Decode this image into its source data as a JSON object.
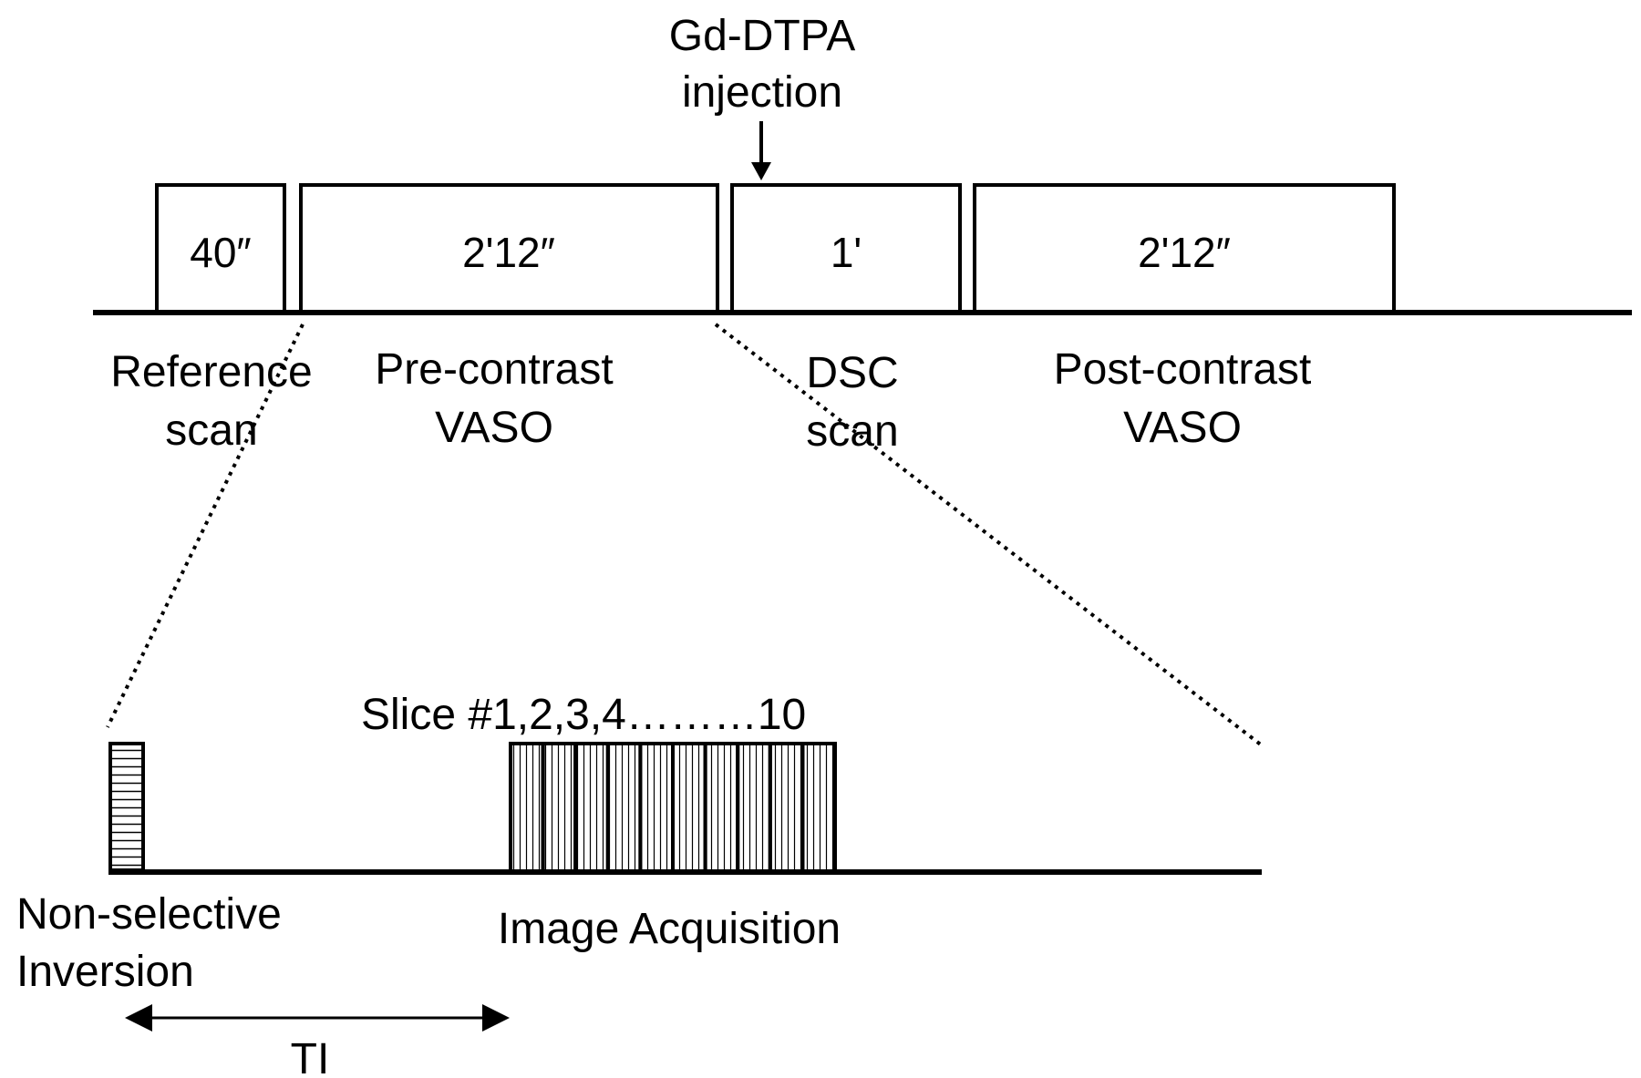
{
  "injection": {
    "line1": "Gd-DTPA",
    "line2": "injection"
  },
  "timeline": {
    "segments": [
      {
        "duration": "40″",
        "label_line1": "Reference",
        "label_line2": "scan"
      },
      {
        "duration": "2'12″",
        "label_line1": "Pre-contrast",
        "label_line2": "VASO"
      },
      {
        "duration": "1'",
        "label_line1": "DSC",
        "label_line2": "scan"
      },
      {
        "duration": "2'12″",
        "label_line1": "Post-contrast",
        "label_line2": "VASO"
      }
    ]
  },
  "sequence": {
    "slice_label": "Slice #1,2,3,4………10",
    "slice_count": 10,
    "inversion_label_line1": "Non-selective",
    "inversion_label_line2": "Inversion",
    "acquisition_label": "Image Acquisition",
    "ti_label": "TI"
  },
  "colors": {
    "ink": "#000000",
    "background": "#ffffff"
  }
}
